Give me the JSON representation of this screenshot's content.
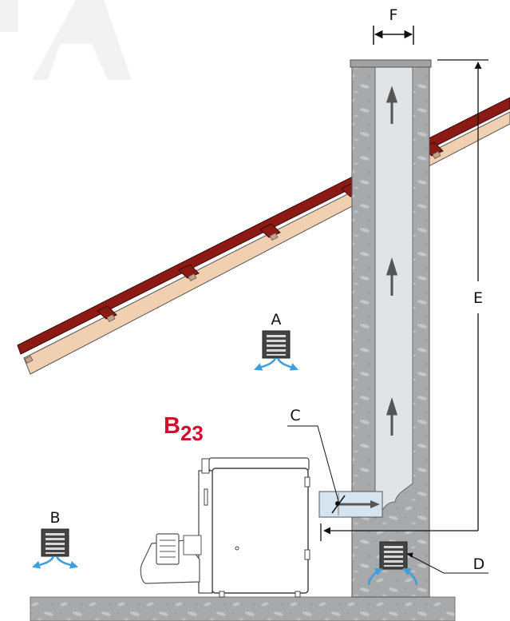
{
  "diagram": {
    "type_code": {
      "main": "B",
      "sub": "23"
    },
    "labels": {
      "A": "A",
      "B": "B",
      "C": "C",
      "D": "D",
      "E": "E",
      "F": "F"
    },
    "colors": {
      "type_code": "#d0102a",
      "roof_tiles": "#8b1a14",
      "roof_board": "#f1d0b2",
      "chimney_wall": "#a9aaab",
      "flue": "#e0e4e6",
      "vent_arrows": "#3e9ede",
      "floor": "#a9aaab"
    }
  }
}
